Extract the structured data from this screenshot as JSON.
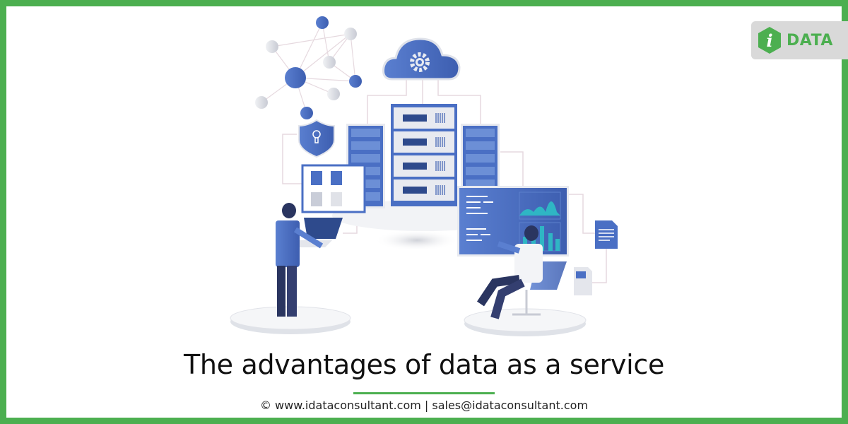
{
  "logo": {
    "mark": "i",
    "text": "DATA"
  },
  "headline": "The advantages of data as a service",
  "footer": {
    "text": "© www.idataconsultant.com | sales@idataconsultant.com"
  },
  "colors": {
    "brand_green": "#4caf50",
    "illustration_blue": "#4a6fc4",
    "logo_bg": "#d9d9d9"
  },
  "illustration": {
    "icons": [
      "network-graph",
      "cloud-gear",
      "shield-keyhole",
      "server-rack",
      "file-panel",
      "dashboard-screen",
      "document",
      "laptop",
      "person-standing",
      "person-seated"
    ]
  }
}
